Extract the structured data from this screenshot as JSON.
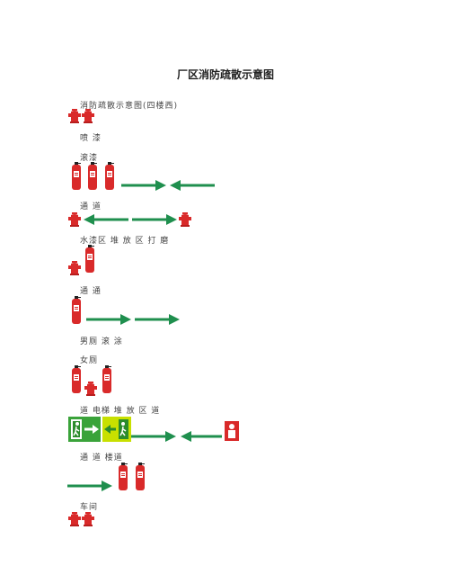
{
  "title": "厂区消防疏散示意图",
  "labels": {
    "l1": "消防疏散示意图(四楼西)",
    "l2": "喷  漆",
    "l3": "滚漆",
    "l4": "通  道",
    "l5": "水漆区  堆  放  区  打  磨",
    "l6": "通  通",
    "l7": "男厕  滚  涂",
    "l8": "女厕",
    "l9": "道  电梯  堆  放  区  道",
    "l10": "通  道  楼道",
    "l11": "车间"
  },
  "colors": {
    "fire_red": "#d92a2a",
    "arrow_green": "#1f8f4e",
    "exit_green": "#3aa33a",
    "exit_yellow": "#c8e000"
  },
  "icons": {
    "hydrant": "fire-hydrant-icon",
    "extinguisher": "fire-extinguisher-icon",
    "arrow": "evacuation-arrow-icon",
    "exit": "emergency-exit-sign-icon",
    "alarm": "fire-alarm-icon"
  }
}
